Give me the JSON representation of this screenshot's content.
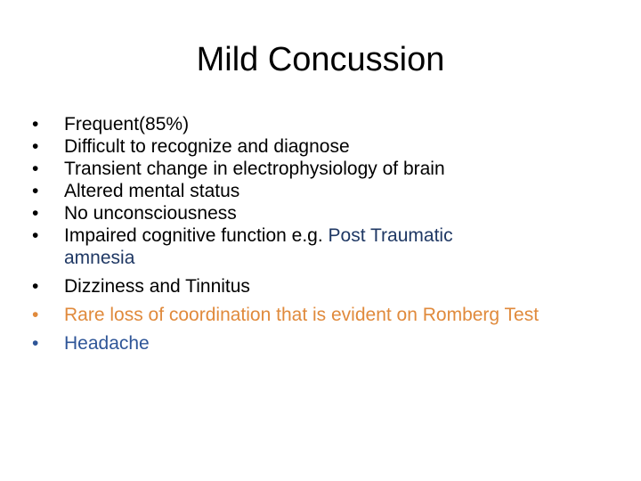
{
  "slide": {
    "title": "Mild Concussion",
    "bullet_symbol": "•",
    "colors": {
      "text": "#000000",
      "highlight_navy": "#1f3864",
      "highlight_orange": "#e08a3c",
      "highlight_blue": "#2e5597"
    },
    "bullets": [
      {
        "text": "Frequent(85%)"
      },
      {
        "text": "Difficult to recognize and diagnose"
      },
      {
        "text": "Transient change in electrophysiology of brain"
      },
      {
        "text": "Altered mental status"
      },
      {
        "text": "No unconsciousness"
      },
      {
        "text": "Impaired cognitive function e.g. ",
        "highlight": "Post Traumatic",
        "rest": "amnesia"
      },
      {
        "text": "Dizziness and Tinnitus"
      },
      {
        "text": "Rare loss of coordination that is evident on Romberg Test"
      },
      {
        "text": "Headache"
      }
    ]
  }
}
